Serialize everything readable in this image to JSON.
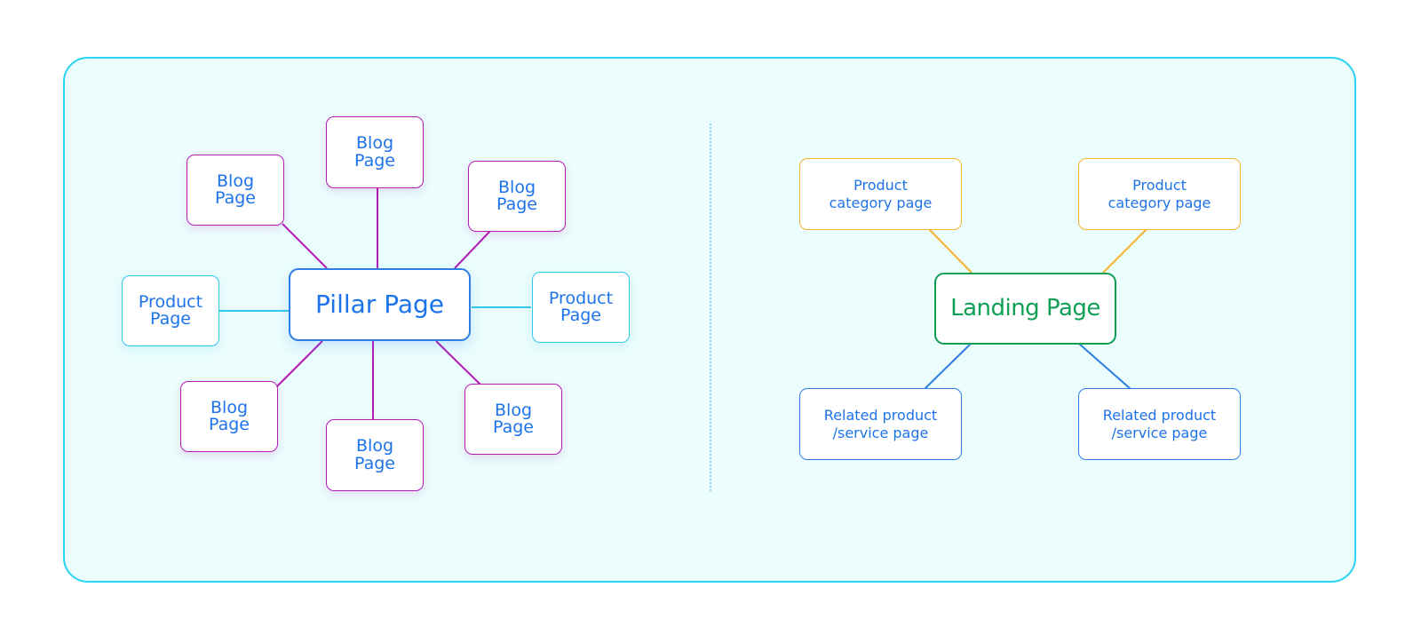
{
  "pillar_cluster": {
    "center": "Pillar Page",
    "blog_label": "Blog\nPage",
    "product_label": "Product\nPage"
  },
  "landing_cluster": {
    "center": "Landing Page",
    "category_label": "Product\ncategory page",
    "related_label": "Related product\n/service page"
  },
  "colors": {
    "panel_border": "#29d4f5",
    "panel_background": "#ebfdfd",
    "blog_border": "#b21db5",
    "product_border": "#33c9ee",
    "pillar_border": "#2e7fe4",
    "landing_border": "#10a055",
    "category_border": "#f7b22e",
    "related_border": "#2e7fe4",
    "text": "#1d73ea"
  }
}
